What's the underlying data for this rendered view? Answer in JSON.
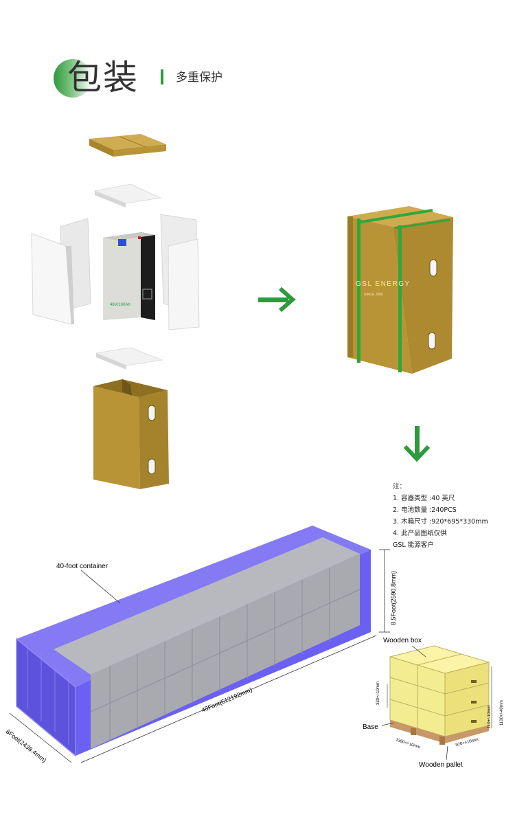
{
  "header": {
    "title": "包装",
    "subtitle": "多重保护"
  },
  "box_print": {
    "brand": "GSL ENERGY",
    "since": "SINCE 2006",
    "battery_label": "48V/100Ah"
  },
  "notes": {
    "heading": "注：",
    "lines": [
      "1. 容器类型 :40 英尺",
      "2. 电池数量 :240PCS",
      "3. 木箱尺寸 :920*695*330mm",
      "4. 此产品图纸仅供",
      "GSL 能源客户"
    ]
  },
  "diagram": {
    "container_label": "40-foot container",
    "height_dim": "8.5Foot(2590.8mm)",
    "length_dim": "40Foot(612192mm)",
    "width_dim": "8Foot(2438.4mm)",
    "wooden_box_label": "Wooden box",
    "base_label": "Base",
    "pallet_label": "Wooden pallet",
    "dim_330": "330+/-10mm",
    "dim_110": "110+/-10mm",
    "dim_1100": "1100+/-40mm",
    "dim_1390": "1390+/-10mm",
    "dim_920": "920+/-10mm"
  },
  "colors": {
    "accent_green": "#2e9a3e",
    "box_kraft": "#b79233",
    "container_blue": "#5b4ff0"
  }
}
